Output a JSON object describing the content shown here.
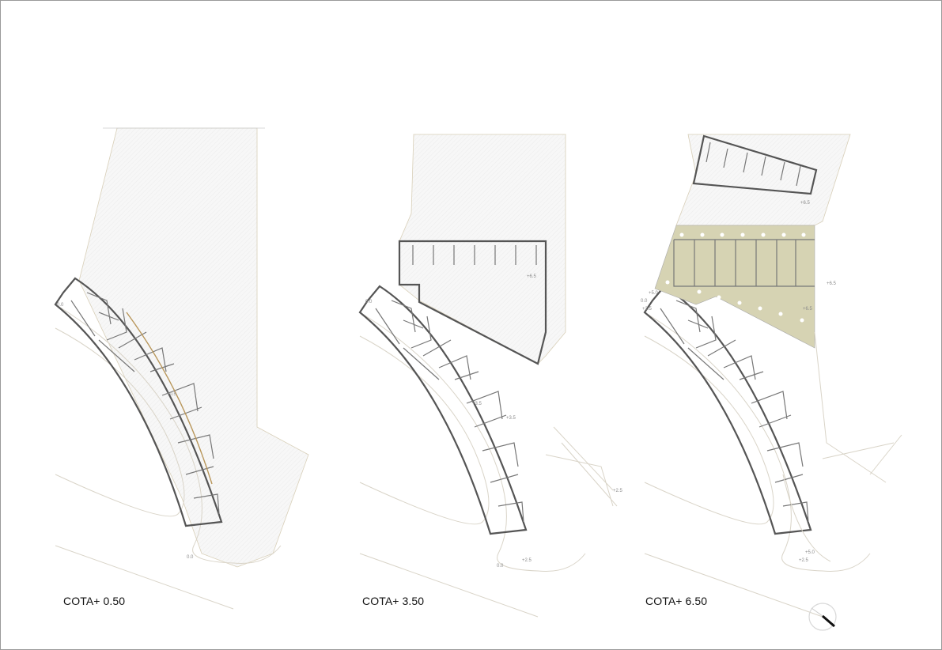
{
  "plans": [
    {
      "label": "COTA+ 0.50",
      "levels": [
        "0.0",
        "0.0",
        "+0.5"
      ]
    },
    {
      "label": "COTA+ 3.50",
      "levels": [
        "0.0",
        "0.0",
        "+2.5",
        "+2.5",
        "+3.5",
        "+3.5",
        "+6.5"
      ]
    },
    {
      "label": "COTA+ 6.50",
      "levels": [
        "0.0",
        "+2.5",
        "+5.0",
        "+2.5",
        "+5.0",
        "+6.5",
        "+6.5",
        "+6.5"
      ]
    }
  ],
  "colors": {
    "accent_line": "#b8965a",
    "courtyard_fill": "#d6d3b3",
    "wall": "#555555"
  },
  "icons": [
    "north-arrow-icon"
  ]
}
